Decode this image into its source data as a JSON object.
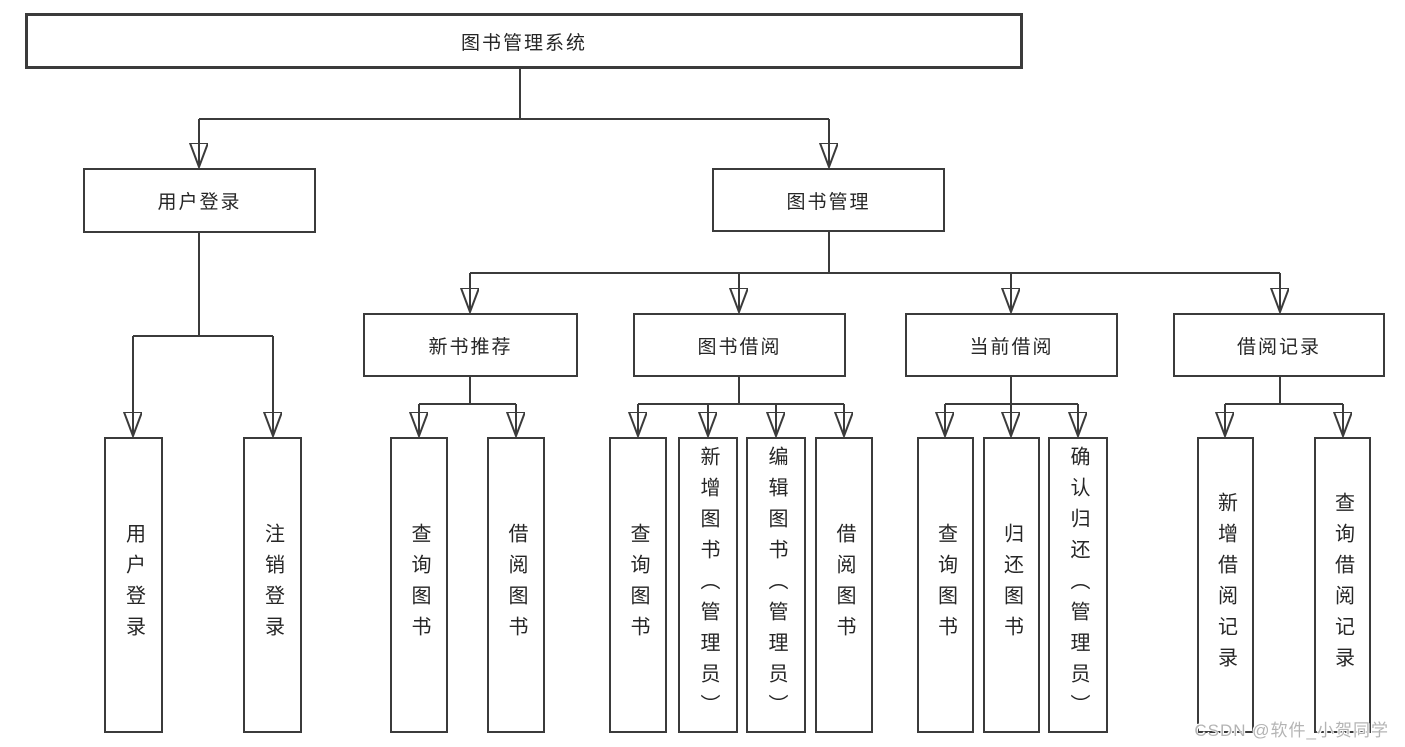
{
  "tree": {
    "label": "图书管理系统",
    "children": [
      {
        "label": "用户登录",
        "children": [
          {
            "label": "用户登录"
          },
          {
            "label": "注销登录"
          }
        ]
      },
      {
        "label": "图书管理",
        "children": [
          {
            "label": "新书推荐",
            "children": [
              {
                "label": "查询图书"
              },
              {
                "label": "借阅图书"
              }
            ]
          },
          {
            "label": "图书借阅",
            "children": [
              {
                "label": "查询图书"
              },
              {
                "label": "新增图书（管理员）"
              },
              {
                "label": "编辑图书（管理员）"
              },
              {
                "label": "借阅图书"
              }
            ]
          },
          {
            "label": "当前借阅",
            "children": [
              {
                "label": "查询图书"
              },
              {
                "label": "归还图书"
              },
              {
                "label": "确认归还（管理员）"
              }
            ]
          },
          {
            "label": "借阅记录",
            "children": [
              {
                "label": "新增借阅记录"
              },
              {
                "label": "查询借阅记录"
              }
            ]
          }
        ]
      }
    ]
  },
  "watermark": "CSDN @软件_小贺同学",
  "colors": {
    "line": "#3b3b3b",
    "text": "#262626",
    "watermark": "#b4b4b4",
    "background": "#ffffff"
  }
}
